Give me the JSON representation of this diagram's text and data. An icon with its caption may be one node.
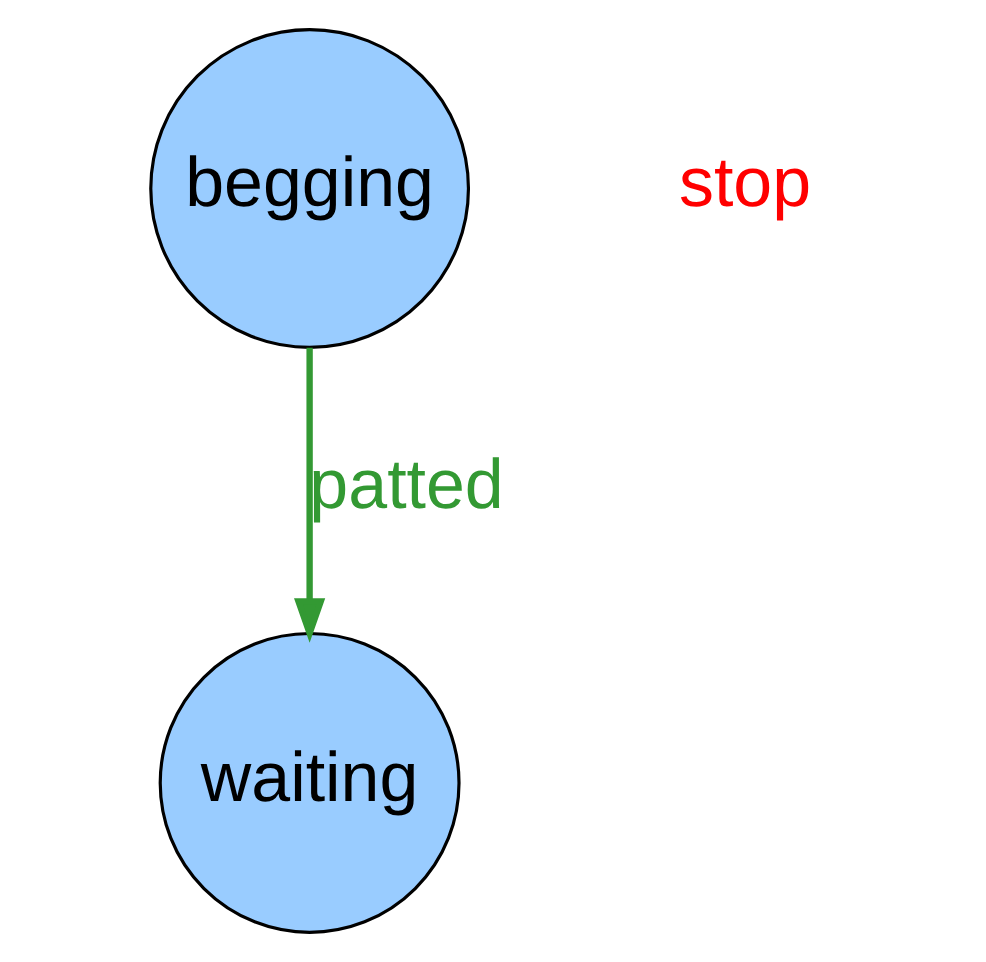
{
  "diagram": {
    "nodes": [
      {
        "text": [
          "begging"
        ]
      },
      {
        "text": [
          "waiting"
        ]
      }
    ],
    "edges": [
      {
        "from": 0,
        "to": 1,
        "arrow": "to",
        "label": "patted",
        "color": "#339933"
      }
    ],
    "labels": [
      "stop"
    ]
  }
}
